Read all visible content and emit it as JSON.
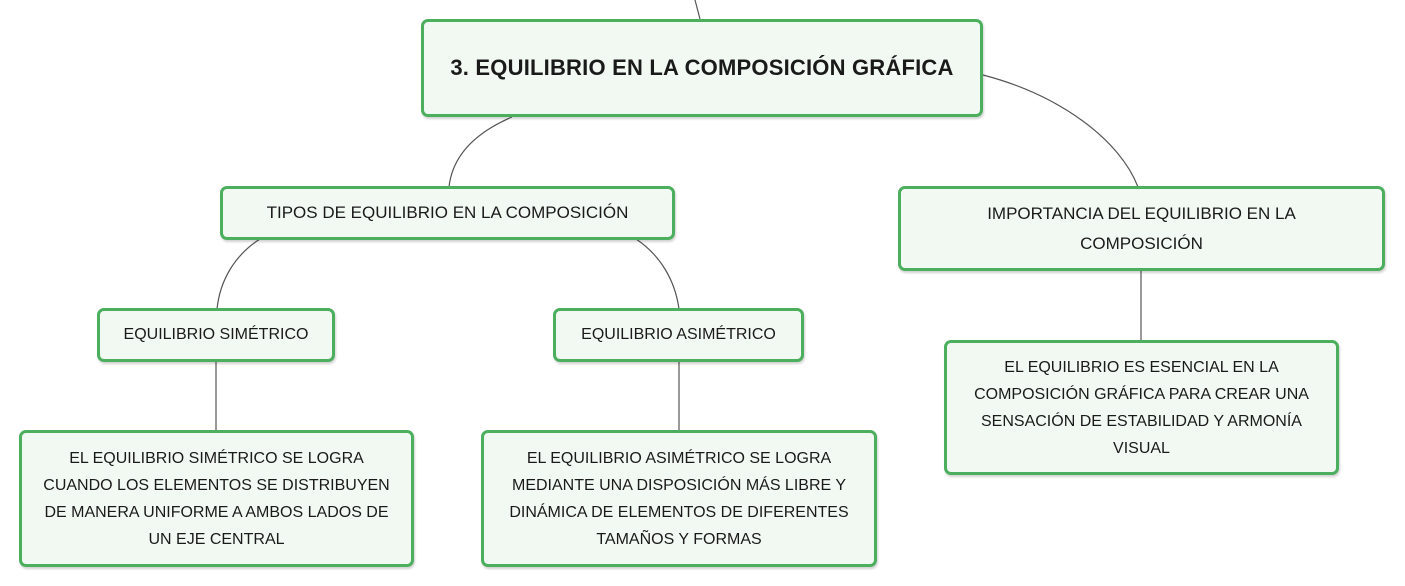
{
  "mindmap": {
    "root": {
      "label": "3. EQUILIBRIO EN LA COMPOSICIÓN GRÁFICA"
    },
    "tipos": {
      "label": "TIPOS DE EQUILIBRIO EN LA COMPOSICIÓN",
      "simetrico": {
        "label": "EQUILIBRIO SIMÉTRICO",
        "description": "EL EQUILIBRIO SIMÉTRICO SE LOGRA CUANDO LOS ELEMENTOS SE DISTRIBUYEN DE MANERA UNIFORME A AMBOS LADOS DE UN EJE CENTRAL"
      },
      "asimetrico": {
        "label": "EQUILIBRIO ASIMÉTRICO",
        "description": "EL EQUILIBRIO ASIMÉTRICO SE LOGRA MEDIANTE UNA DISPOSICIÓN MÁS LIBRE Y DINÁMICA DE ELEMENTOS DE DIFERENTES TAMAÑOS Y FORMAS"
      }
    },
    "importancia": {
      "label": "IMPORTANCIA DEL EQUILIBRIO EN LA COMPOSICIÓN",
      "description": "EL EQUILIBRIO ES ESENCIAL EN LA COMPOSICIÓN GRÁFICA PARA CREAR UNA SENSACIÓN DE ESTABILIDAD Y ARMONÍA VISUAL"
    }
  },
  "colors": {
    "node_border": "#4caf5e",
    "node_fill": "#f2f9f3",
    "connector": "#555555",
    "text": "#1a1a1a"
  }
}
